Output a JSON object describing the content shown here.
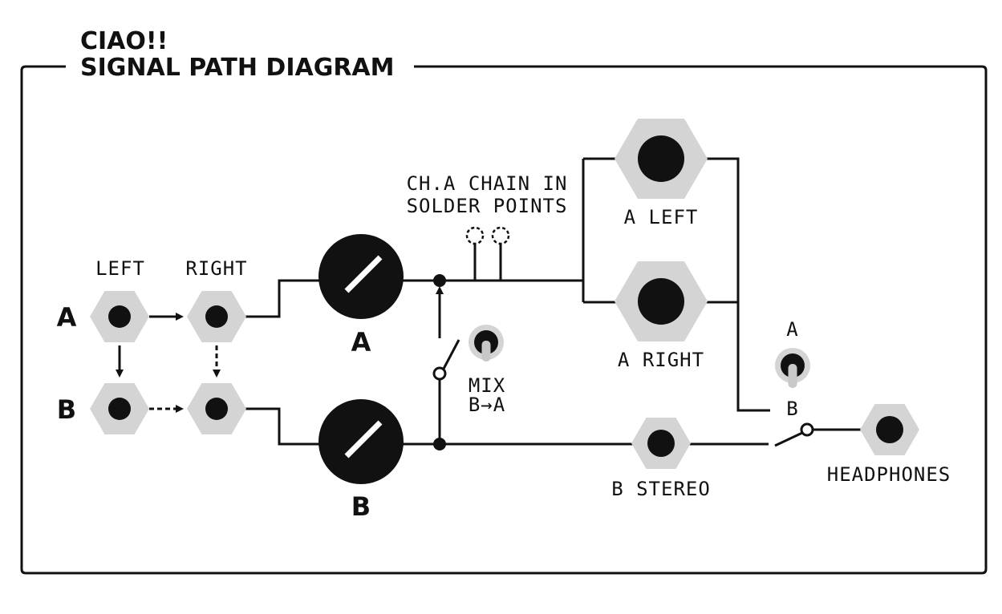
{
  "title": {
    "line1": "CIAO!!",
    "line2": "SIGNAL PATH DIAGRAM"
  },
  "labels": {
    "input_left": "LEFT",
    "input_right": "RIGHT",
    "row_a": "A",
    "row_b": "B",
    "knob_a": "A",
    "knob_b": "B",
    "chain_line1": "CH.A CHAIN IN",
    "chain_line2": "SOLDER POINTS",
    "mix_line1": "MIX",
    "mix_line2": "B→A",
    "jack_a_left": "A LEFT",
    "jack_a_right": "A RIGHT",
    "switch_a": "A",
    "switch_b": "B",
    "jack_b_stereo": "B STEREO",
    "jack_headphones": "HEADPHONES"
  },
  "colors": {
    "ink": "#111111",
    "nut": "#d4d4d4",
    "background": "#ffffff"
  }
}
